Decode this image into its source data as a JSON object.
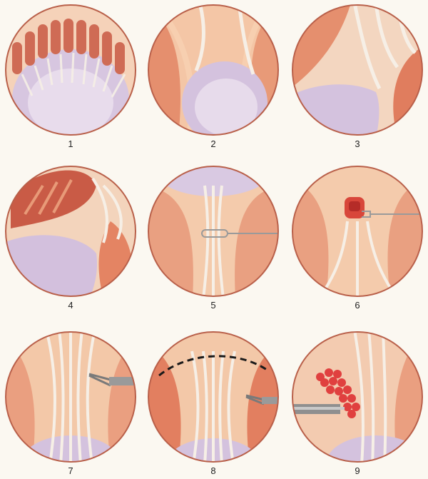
{
  "panels": [
    {
      "label": "1"
    },
    {
      "label": "2"
    },
    {
      "label": "3"
    },
    {
      "label": "4"
    },
    {
      "label": "5"
    },
    {
      "label": "6"
    },
    {
      "label": "7"
    },
    {
      "label": "8"
    },
    {
      "label": "9"
    }
  ],
  "colors": {
    "background": "#fbf8f1",
    "tissue": "#f1b58f",
    "tissue_light": "#f7cfb0",
    "tissue_dark": "#d97a5a",
    "fold": "#c5604a",
    "stroma": "#c9b6d6",
    "stroma_light": "#e4d9ea",
    "fiber": "#f6efe6",
    "rim": "#b9604a",
    "instrument": "#9a9a9a",
    "clot": "#e0403f"
  }
}
